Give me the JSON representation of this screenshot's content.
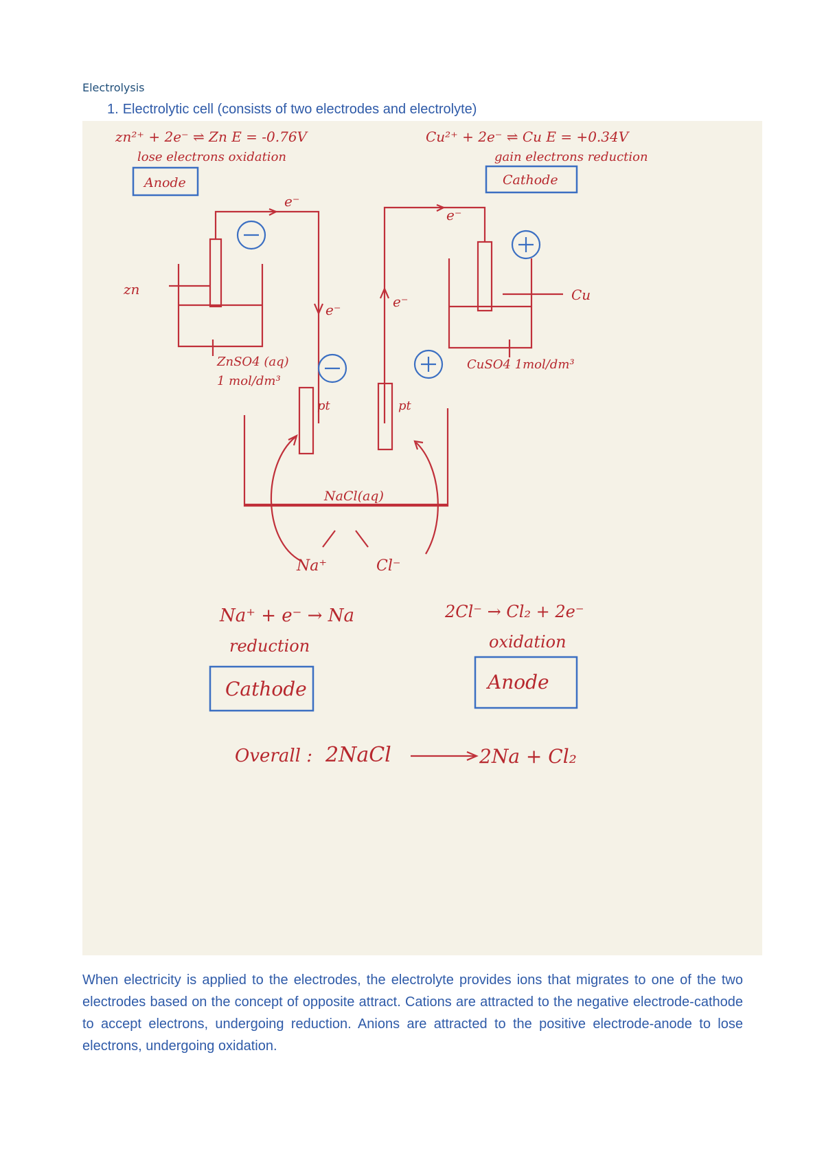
{
  "heading": "Electrolysis",
  "list_item": {
    "number": "1.",
    "text": "Electrolytic cell (consists of two electrodes and electrolyte)"
  },
  "diagram": {
    "left_half": {
      "equation": "zn²⁺ + 2e⁻ ⇌ Zn  E = -0.76V",
      "note": "lose electrons  oxidation",
      "box_label": "Anode",
      "metal_label": "zn",
      "solution_label_1": "ZnSO4 (aq)",
      "solution_label_2": "1 mol/dm³",
      "electron_top": "e⁻",
      "electron_down": "e⁻",
      "sign": "−"
    },
    "right_half": {
      "equation": "Cu²⁺ + 2e⁻ ⇌ Cu  E = +0.34V",
      "note": "gain electrons  reduction",
      "box_label": "Cathode",
      "metal_label": "Cu",
      "solution_label": "CuSO4  1mol/dm³",
      "electron_top": "e⁻",
      "electron_up": "e⁻",
      "sign": "+"
    },
    "electrolysis_cell": {
      "left_electrode_label": "pt",
      "right_electrode_label": "pt",
      "left_sign": "−",
      "right_sign": "+",
      "electrolyte_label": "NaCl(aq)",
      "cation_label": "Na⁺",
      "anion_label": "Cl⁻"
    },
    "cathode_reaction": {
      "equation": "Na⁺ + e⁻ → Na",
      "type": "reduction",
      "box_label": "Cathode"
    },
    "anode_reaction": {
      "equation": "2Cl⁻ → Cl₂ + 2e⁻",
      "type": "oxidation",
      "box_label": "Anode"
    },
    "overall": {
      "label": "Overall :",
      "reactant": "2NaCl",
      "product": "2Na + Cl₂"
    }
  },
  "paragraph": "When electricity is applied to the electrodes, the electrolyte provides ions that migrates to one of the two electrodes based on the concept of opposite attract. Cations are attracted to the negative electrode-cathode to accept electrons, undergoing reduction. Anions are attracted to the positive electrode-anode to lose electrons, undergoing oxidation."
}
